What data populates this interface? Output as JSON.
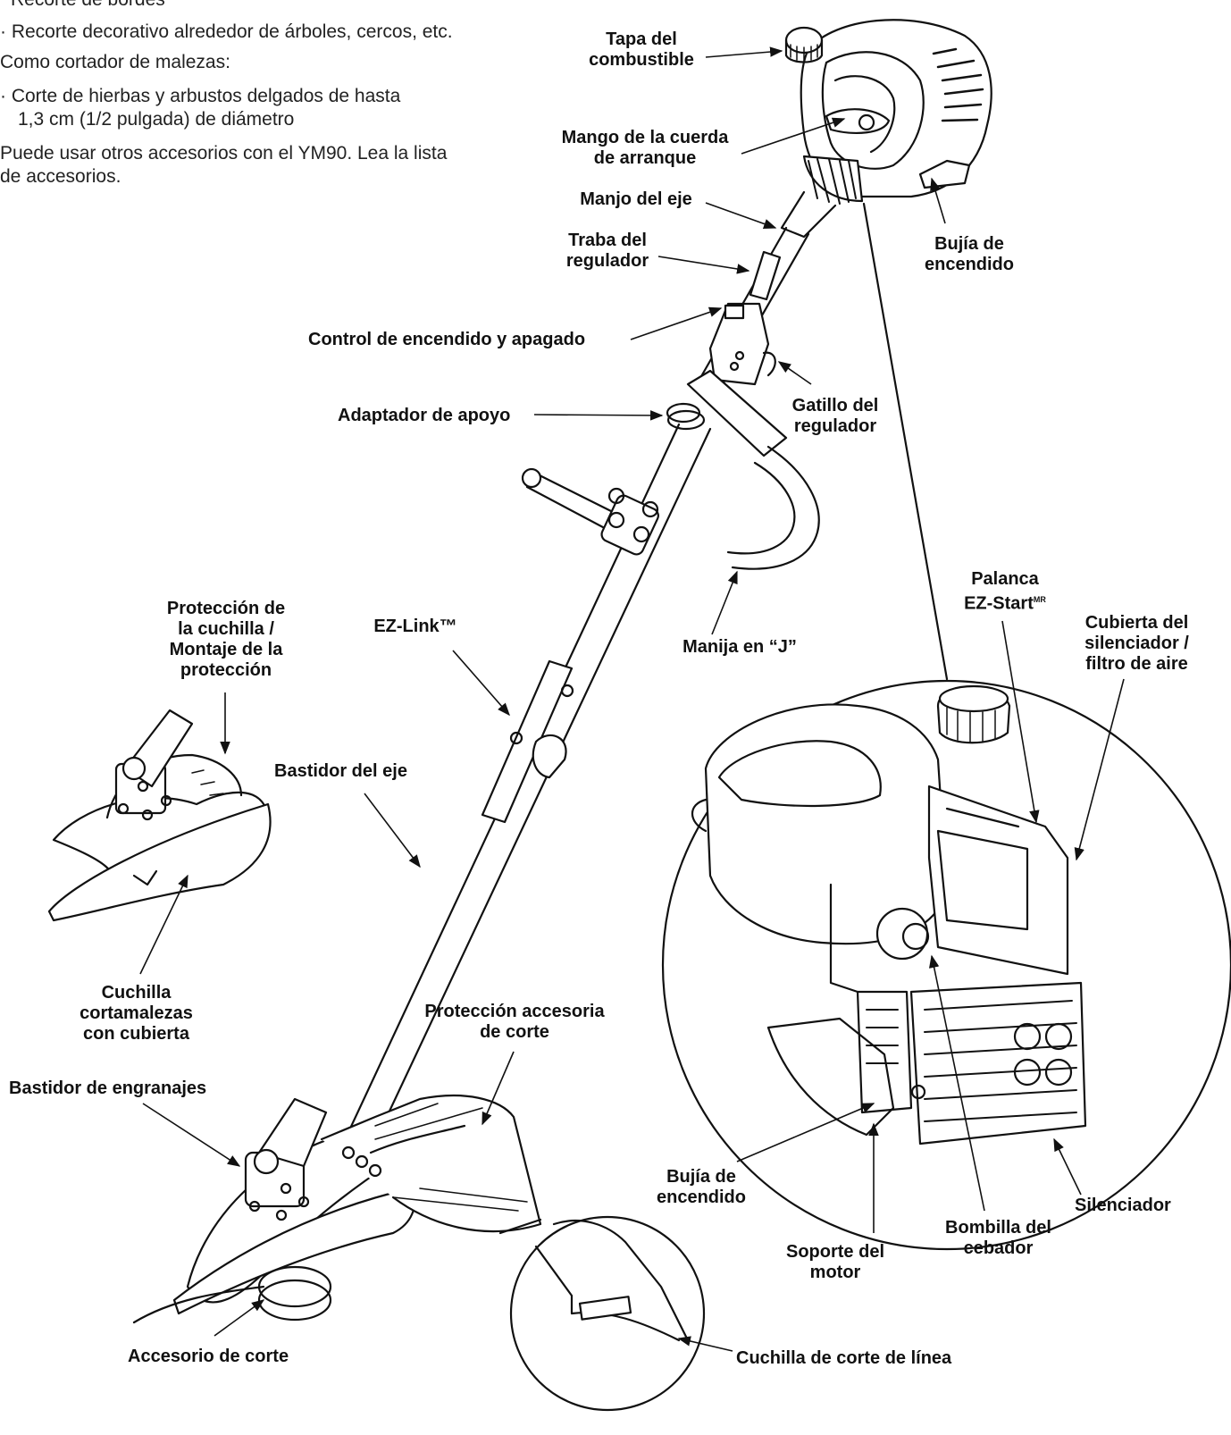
{
  "intro": {
    "line1": "Recorte de bordes",
    "line2": "Recorte decorativo alrededor de árboles, cercos, etc.",
    "line3": "Como cortador de malezas:",
    "line4": "Corte de hierbas y arbustos delgados de hasta",
    "line5": "1,3 cm (1/2 pulgada) de diámetro",
    "line6": "Puede usar otros accesorios con el YM90. Lea la lista",
    "line7": "de accesorios."
  },
  "labels": {
    "fuel_cap": [
      "Tapa del",
      "combustible"
    ],
    "starter_handle": [
      "Mango de la cuerda",
      "de arranque"
    ],
    "shaft_handle": [
      "Manjo del eje"
    ],
    "throttle_lock": [
      "Traba del",
      "regulador"
    ],
    "on_off": [
      "Control de encendido y apagado"
    ],
    "throttle_trigger": [
      "Gatillo del",
      "regulador"
    ],
    "support_adapter": [
      "Adaptador de apoyo"
    ],
    "spark_plug_top": [
      "Bujía de",
      "encendido"
    ],
    "blade_guard": [
      "Protección de",
      "la cuchilla /",
      "Montaje de la",
      "protección"
    ],
    "ez_link": [
      "EZ-Link™"
    ],
    "j_handle": [
      "Manija en “J”"
    ],
    "ez_start": [
      "Palanca",
      "EZ-Start"
    ],
    "ez_start_sup": "MR",
    "muffler_cover": [
      "Cubierta del",
      "silenciador /",
      "filtro de aire"
    ],
    "shaft_frame": [
      "Bastidor del eje"
    ],
    "brush_blade": [
      "Cuchilla",
      "cortamalezas",
      "con cubierta"
    ],
    "accessory_guard": [
      "Protección accesoria",
      "de corte"
    ],
    "gear_frame": [
      "Bastidor de engranajes"
    ],
    "spark_plug_bottom": [
      "Bujía de",
      "encendido"
    ],
    "engine_mount": [
      "Soporte del",
      "motor"
    ],
    "primer_bulb": [
      "Bombilla del",
      "cebador"
    ],
    "muffler": [
      "Silenciador"
    ],
    "cutting_attachment": [
      "Accesorio de corte"
    ],
    "line_blade": [
      "Cuchilla de corte de línea"
    ]
  }
}
